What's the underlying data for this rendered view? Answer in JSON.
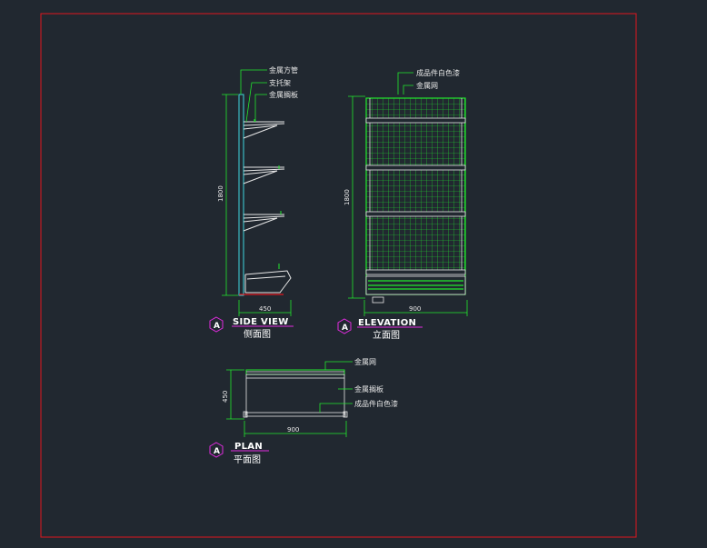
{
  "side": {
    "leaders": [
      "金属方管",
      "支托架",
      "金属搁板"
    ],
    "height_dim": "1800",
    "width_dim": "450",
    "title_en": "SIDE VIEW",
    "title_cn": "侧面图",
    "mark": "A"
  },
  "elevation": {
    "leaders": [
      "成品件白色漆",
      "金属网"
    ],
    "height_dim": "1800",
    "width_dim": "900",
    "title_en": "ELEVATION",
    "title_cn": "立面图",
    "mark": "A"
  },
  "plan": {
    "leaders": [
      "金属网",
      "金属搁板",
      "成品件白色漆"
    ],
    "depth_dim": "450",
    "width_dim": "900",
    "title_en": "PLAN",
    "title_cn": "平面图",
    "mark": "A"
  },
  "colors": {
    "background": "#212830",
    "frame": "#e0161e",
    "green": "#22e82e",
    "white": "#e8e8e8",
    "cyan": "#3fd6e0",
    "magenta": "#e22be0"
  }
}
